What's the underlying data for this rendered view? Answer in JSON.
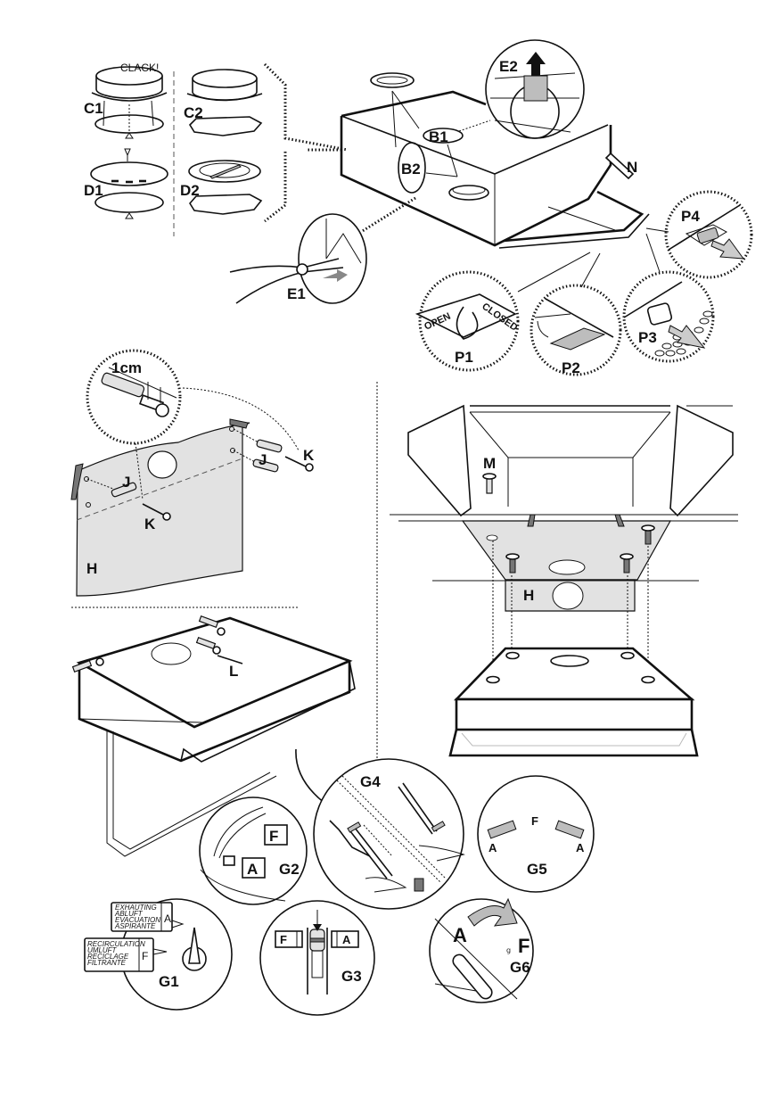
{
  "figure": {
    "panel_top_left": {
      "sound": "CLACK!",
      "labels": [
        "C1",
        "C2",
        "D1",
        "D2"
      ]
    },
    "panel_top_right": {
      "labels": {
        "b1": "B1",
        "b2": "B2",
        "e2": "E2",
        "n": "N",
        "e1": "E1"
      },
      "details": {
        "p1": {
          "label": "P1",
          "open_text": "OPEN",
          "closed_text": "CLOSED"
        },
        "p2": {
          "label": "P2"
        },
        "p3": {
          "label": "P3"
        },
        "p4": {
          "label": "P4"
        }
      }
    },
    "panel_wall": {
      "measure": "1cm",
      "labels": {
        "j1": "J",
        "j2": "J",
        "k1": "K",
        "k2": "K",
        "h": "H"
      }
    },
    "panel_ceiling": {
      "labels": {
        "m": "M",
        "h": "H"
      }
    },
    "panel_hood": {
      "labels": {
        "l": "L"
      }
    },
    "panel_switch": {
      "g1": {
        "label": "G1",
        "exhaust_lines": [
          "EXHAUTING",
          "ABLUFT",
          "EVACUATION",
          "ASPIRANTE"
        ],
        "exhaust_letter": "A",
        "recirc_lines": [
          "RECIRCULATION",
          "UMLUFT",
          "RECICLAGE",
          "FILTRANTE"
        ],
        "recirc_letter": "F"
      },
      "g2": {
        "label": "G2",
        "f": "F",
        "a": "A"
      },
      "g3": {
        "label": "G3",
        "f": "F",
        "a": "A"
      },
      "g4": {
        "label": "G4"
      },
      "g5": {
        "label": "G5",
        "f": "F",
        "a_left": "A",
        "a_right": "A"
      },
      "g6": {
        "label": "G6",
        "a": "A",
        "f": "F",
        "small": "ց"
      }
    }
  }
}
